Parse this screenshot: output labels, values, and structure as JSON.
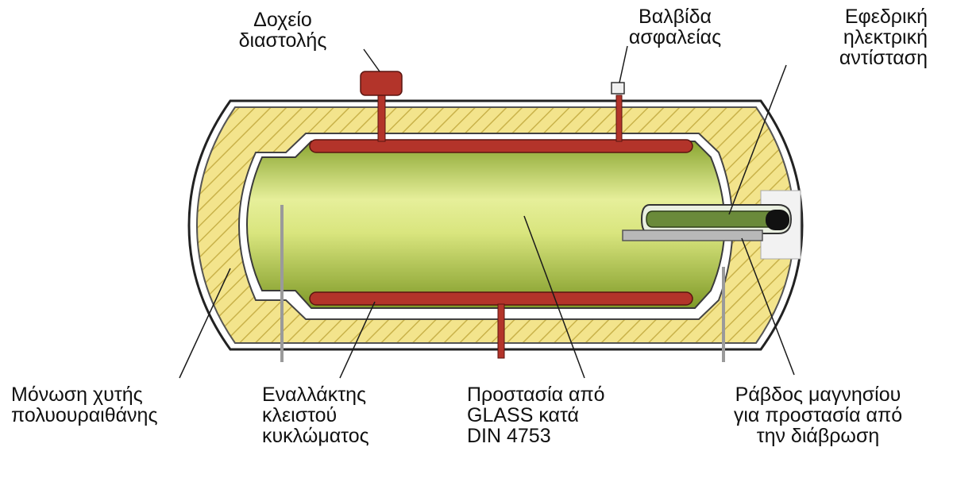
{
  "labels": {
    "expansion_tank": [
      "Δοχείο",
      "διαστολής"
    ],
    "safety_valve": [
      "Βαλβίδα",
      "ασφαλείας"
    ],
    "backup_resistance": [
      "Εφεδρική",
      "ηλεκτρική",
      "αντίσταση"
    ],
    "insulation": [
      "Μόνωση χυτής",
      "πολυουραιθάνης"
    ],
    "exchanger": [
      "Εναλλάκτης",
      "κλειστού",
      "κυκλώματος"
    ],
    "glass_protection": [
      "Προστασία από",
      "GLASS κατά",
      "DIN 4753"
    ],
    "magnesium_rod": [
      "Ράβδος μαγνησίου",
      "για προστασία από",
      "την διάβρωση"
    ]
  },
  "colors": {
    "insulation_fill": "#f3e48c",
    "hatch": "#c9b24a",
    "coil": "#b3342a",
    "tank_light": "#e6ef9a",
    "tank_dark": "#8aa531",
    "rod": "#b8b8b8",
    "line": "#1a1a1a"
  }
}
